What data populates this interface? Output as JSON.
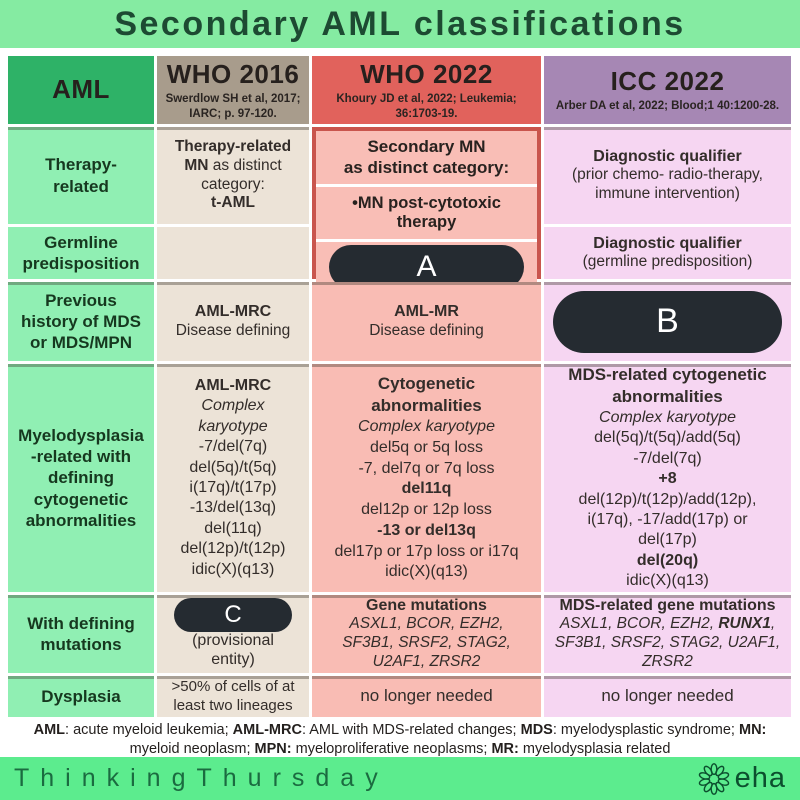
{
  "title": "Secondary AML classifications",
  "header": {
    "aml": {
      "label": "AML"
    },
    "who2016": {
      "label": "WHO 2016",
      "ref": "Swerdlow SH et al, 2017;\nIARC; p. 97-120."
    },
    "who2022": {
      "label": "WHO 2022",
      "ref": "Khoury JD et al, 2022; Leukemia;\n36:1703-19."
    },
    "icc2022": {
      "label": "ICC 2022",
      "ref": "Arber DA et al, 2022; Blood;1 40:1200-28."
    }
  },
  "row_labels": {
    "r1": "Therapy-\nrelated",
    "r2": "Germline\npredisposition",
    "r3": "Previous\nhistory of MDS\nor MDS/MPN",
    "r4": "Myelodysplasia\n-related with\ndefining\ncytogenetic\nabnormalities",
    "r5": "With defining\nmutations",
    "r6": "Dysplasia"
  },
  "who2016": {
    "r1": {
      "bold_lead": "Therapy-related MN",
      "rest": " as distinct\ncategory:",
      "bold_tail": "t-AML"
    },
    "r3": {
      "bold": "AML-MRC",
      "text": "Disease defining"
    },
    "r4": {
      "bold": "AML-MRC",
      "italic": "Complex\nkaryotype",
      "lines": "-7/del(7q)\ndel(5q)/t(5q)\ni(17q)/t(17p)\n-13/del(13q)\ndel(11q)\ndel(12p)/t(12p)\nidic(X)(q13)"
    },
    "r5": {
      "pill": "C",
      "text": "(provisional\nentity)"
    },
    "r6": {
      "text": ">50% of cells of at\nleast two lineages"
    }
  },
  "who2022": {
    "box": {
      "heading": "Secondary MN\nas distinct category:",
      "bullet": "•MN post-cytotoxic\ntherapy",
      "pill": "A"
    },
    "r3": {
      "bold": "AML-MR",
      "text": "Disease defining"
    },
    "r4": {
      "bold": "Cytogenetic\nabnormalities",
      "italic": "Complex karyotype",
      "lines": [
        {
          "text": "del5q or 5q loss"
        },
        {
          "text": "-7, del7q or 7q loss"
        },
        {
          "text": "del11q"
        },
        {
          "text": "del12p or 12p loss"
        },
        {
          "text": "-13 or del13q"
        },
        {
          "text": "del17p or 17p loss or i17q"
        },
        {
          "text": "idic(X)(q13)"
        }
      ]
    },
    "r5": {
      "bold": "Gene mutations",
      "italic": "ASXL1, BCOR, EZH2,\nSF3B1, SRSF2, STAG2,\nU2AF1, ZRSR2"
    },
    "r6": {
      "text": "no longer needed"
    }
  },
  "icc2022": {
    "r1": {
      "bold": "Diagnostic qualifier",
      "text": "(prior chemo- radio-therapy,\nimmune intervention)"
    },
    "r2": {
      "bold": "Diagnostic qualifier",
      "text": "(germline predisposition)"
    },
    "r3": {
      "pill": "B"
    },
    "r4": {
      "bold": "MDS-related cytogenetic\nabnormalities",
      "italic": "Complex karyotype",
      "lines": [
        {
          "text": "del(5q)/t(5q)/add(5q)"
        },
        {
          "text": "-7/del(7q)"
        },
        {
          "text": "+8"
        },
        {
          "text": "del(12p)/t(12p)/add(12p),"
        },
        {
          "text": "i(17q), -17/add(17p) or"
        },
        {
          "text": "del(17p)"
        },
        {
          "text": "del(20q)"
        },
        {
          "text": "idic(X)(q13)"
        }
      ]
    },
    "r5": {
      "bold": "MDS-related gene mutations",
      "italic_pre": "ASXL1, BCOR, EZH2, ",
      "bold_italic": "RUNX1",
      "italic_post": ", SF3B1, SRSF2, STAG2, U2AF1, ZRSR2"
    },
    "r6": {
      "text": "no longer needed"
    }
  },
  "footer": {
    "parts": [
      {
        "b": "AML",
        "t": ": acute myeloid leukemia; "
      },
      {
        "b": "AML-MRC",
        "t": ": AML with MDS-related changes; "
      },
      {
        "b": "MDS",
        "t": ": myelodysplastic syndrome; "
      },
      {
        "b": "MN:",
        "t": " myeloid neoplasm; "
      },
      {
        "b": "MPN:",
        "t": " myeloproliferative neoplasms; "
      },
      {
        "b": "MR:",
        "t": " myelodysplasia related"
      }
    ]
  },
  "bottom": {
    "brand": "ThinkingThursday",
    "logo_text": "eha"
  },
  "colors": {
    "title_band": "#85eba2",
    "aml_green": "#2eb267",
    "who2016_tan": "#a89c8c",
    "who2022_red": "#e1625c",
    "icc_purple": "#a687b4",
    "pill_dark": "#252b31",
    "bottom_bar": "#5cec8e"
  }
}
